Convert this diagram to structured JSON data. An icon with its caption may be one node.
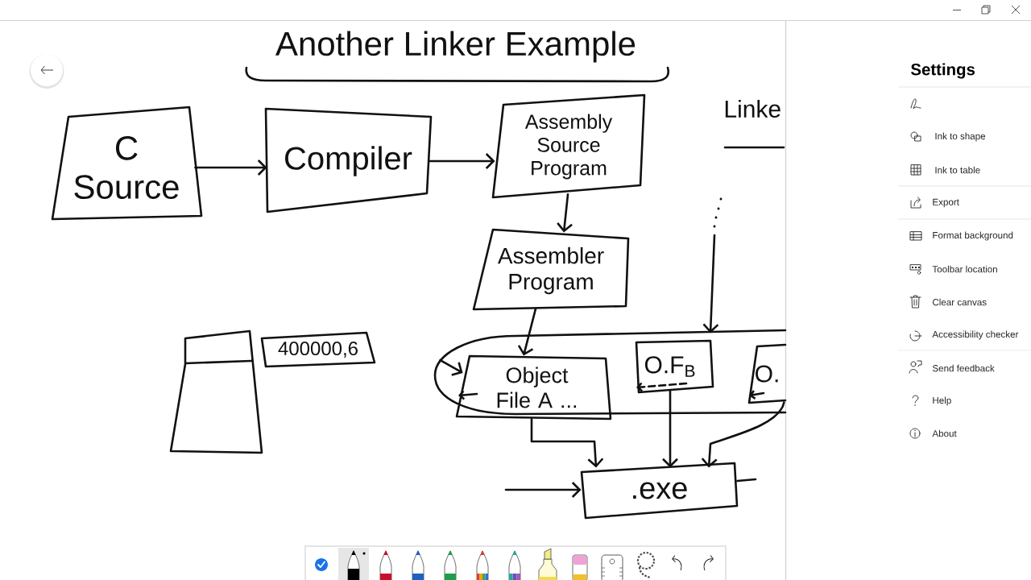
{
  "diagram": {
    "title": "Another Linker Example",
    "nodes": [
      {
        "text": [
          "C Source"
        ]
      },
      {
        "text": [
          "Compiler"
        ]
      },
      {
        "text": [
          "Assembly Source Program"
        ]
      },
      {
        "text": [
          "Assembler Program"
        ]
      },
      {
        "text": [],
        "shape": "box"
      },
      {
        "text": [
          "400000,6"
        ]
      },
      {
        "text": [],
        "shape": "ellipse"
      },
      {
        "text": [
          "Object File A ..."
        ],
        "in": 6
      },
      {
        "text": [
          "O.F$_{B}$"
        ],
        "in": 6
      },
      {
        "text": [
          "O."
        ],
        "in": 6
      },
      {
        "text": [
          ".exe"
        ]
      }
    ],
    "edges": [
      {
        "from": 0,
        "to": 1,
        "arrow": "to"
      },
      {
        "from": 1,
        "to": 2,
        "arrow": "to"
      },
      {
        "from": 2,
        "to": 3,
        "arrow": "to"
      },
      {
        "from": 3,
        "to": 7,
        "arrow": "to"
      },
      {
        "from": 6,
        "to": 7,
        "arrow": "to"
      },
      {
        "from": 7,
        "to": 10,
        "arrow": "to"
      },
      {
        "from": 8,
        "to": 10,
        "arrow": "to"
      },
      {
        "from": 9,
        "to": 10,
        "arrow": "to"
      },
      {
        "from": null,
        "to": 6,
        "arrow": "to"
      },
      {
        "from": null,
        "to": 10,
        "arrow": "to"
      },
      {
        "from": 10,
        "to": null,
        "arrow": "none"
      }
    ],
    "labels": [
      "Linke",
      "Settings",
      "Ink to shape",
      "Ink to table",
      "Export",
      "Format background",
      "Toolbar location",
      "Clear canvas",
      "Accessibility checker",
      "Send feedback",
      "Help",
      "About"
    ]
  }
}
